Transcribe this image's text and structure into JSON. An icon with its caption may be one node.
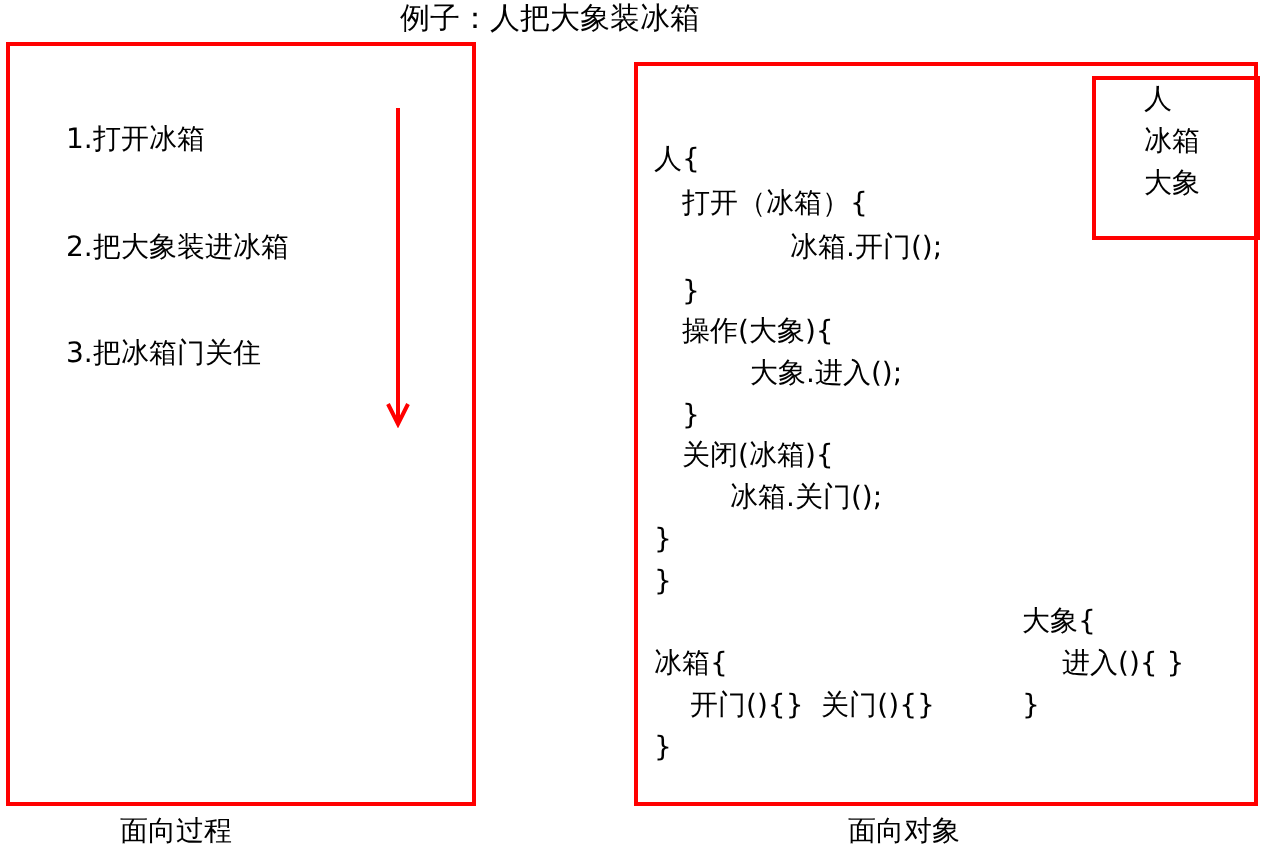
{
  "diagram": {
    "title": "例子：人把大象装冰箱",
    "nodes": [
      {
        "text": [
          "1.打开冰箱",
          "2.把大象装进冰箱",
          "3.把冰箱门关住",
          "面向过程"
        ]
      },
      {
        "text": [
          "人{",
          "打开（冰箱）{",
          "冰箱.开门();",
          "}",
          "操作(大象){",
          "大象.进入();",
          "}",
          "关闭(冰箱){",
          "冰箱.关门();",
          "}",
          "}",
          "大象{",
          "进入(){ }",
          "}",
          "冰箱{",
          "开门(){}  关门(){}",
          "}",
          "面向对象"
        ]
      },
      {
        "text": [
          "人",
          "冰箱",
          "大象"
        ],
        "in": 1
      }
    ]
  }
}
